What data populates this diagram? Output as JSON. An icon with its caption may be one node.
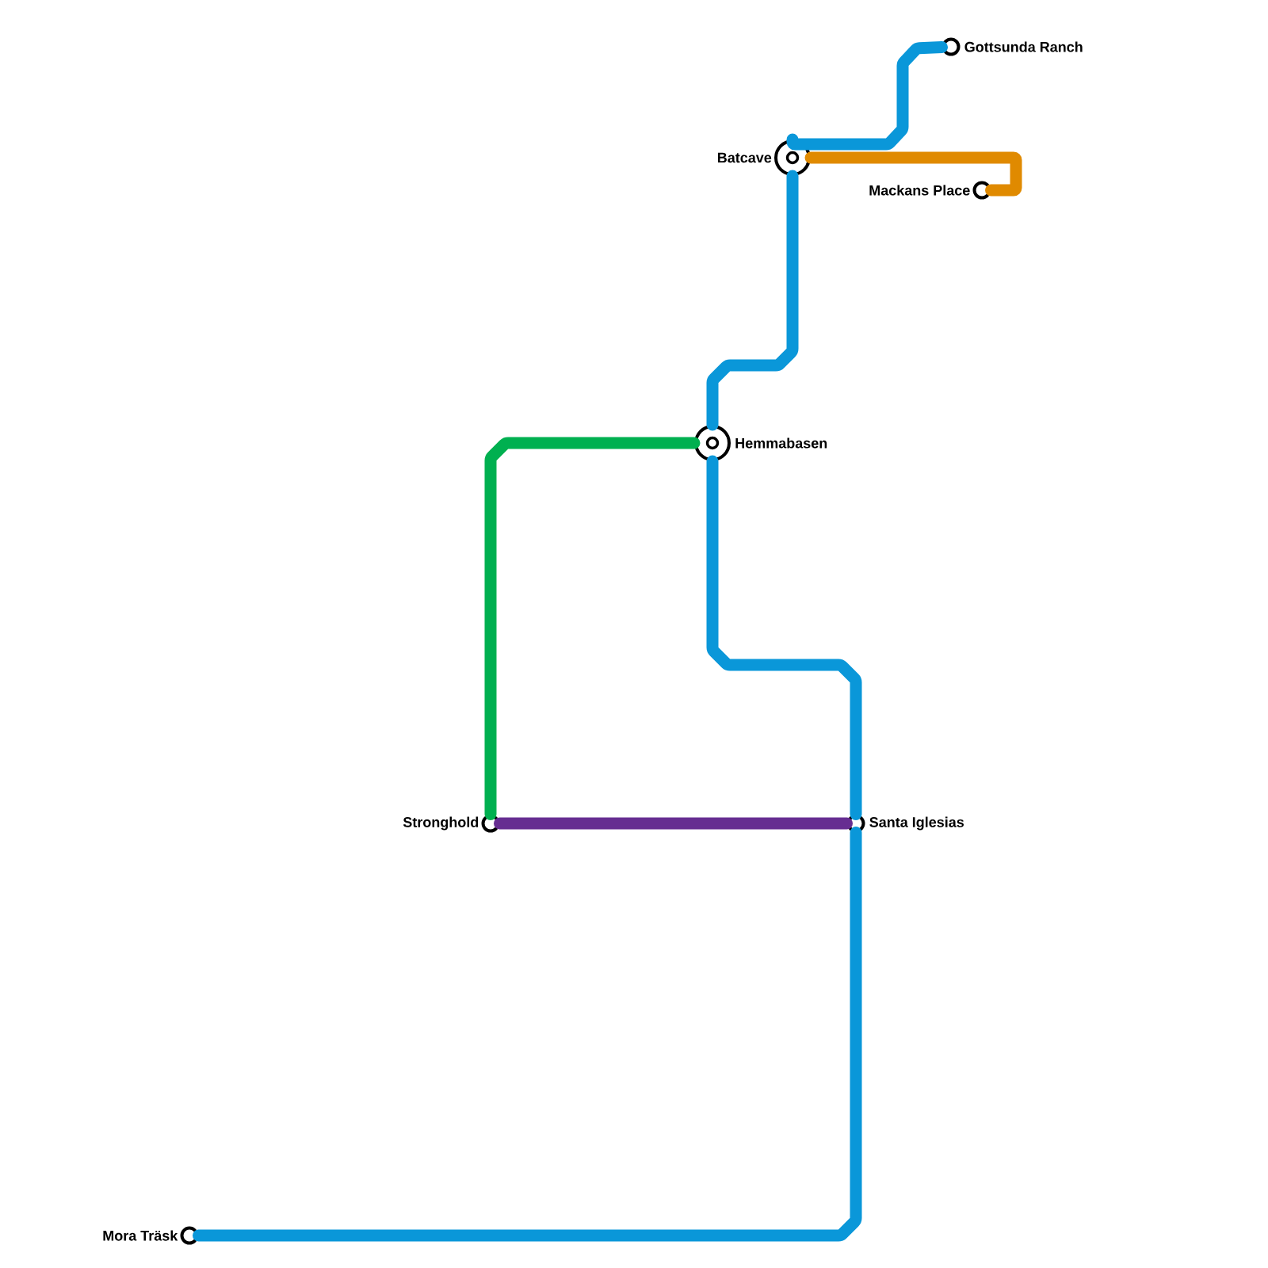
{
  "diagram": {
    "nodes": [
      {
        "text": [
          "Gottsunda Ranch"
        ]
      },
      {
        "text": [
          "Batcave"
        ]
      },
      {
        "text": [
          "Mackans Place"
        ]
      },
      {
        "text": [
          "Hemmabasen"
        ]
      },
      {
        "text": [
          "Stronghold"
        ]
      },
      {
        "text": [
          "Santa Iglesias"
        ]
      },
      {
        "text": [
          "Mora Träsk"
        ]
      }
    ],
    "edges": [
      {
        "from": 6,
        "to": 5,
        "arrow": "none",
        "color": "#0a97d9"
      },
      {
        "from": 5,
        "to": 3,
        "arrow": "none",
        "color": "#0a97d9"
      },
      {
        "from": 3,
        "to": 1,
        "arrow": "none",
        "color": "#0a97d9"
      },
      {
        "from": 1,
        "to": 0,
        "arrow": "none",
        "color": "#0a97d9"
      },
      {
        "from": 1,
        "to": 2,
        "arrow": "none",
        "color": "#e08a00"
      },
      {
        "from": 3,
        "to": 4,
        "arrow": "none",
        "color": "#00b050"
      },
      {
        "from": 4,
        "to": 5,
        "arrow": "none",
        "color": "#662d91"
      }
    ]
  }
}
